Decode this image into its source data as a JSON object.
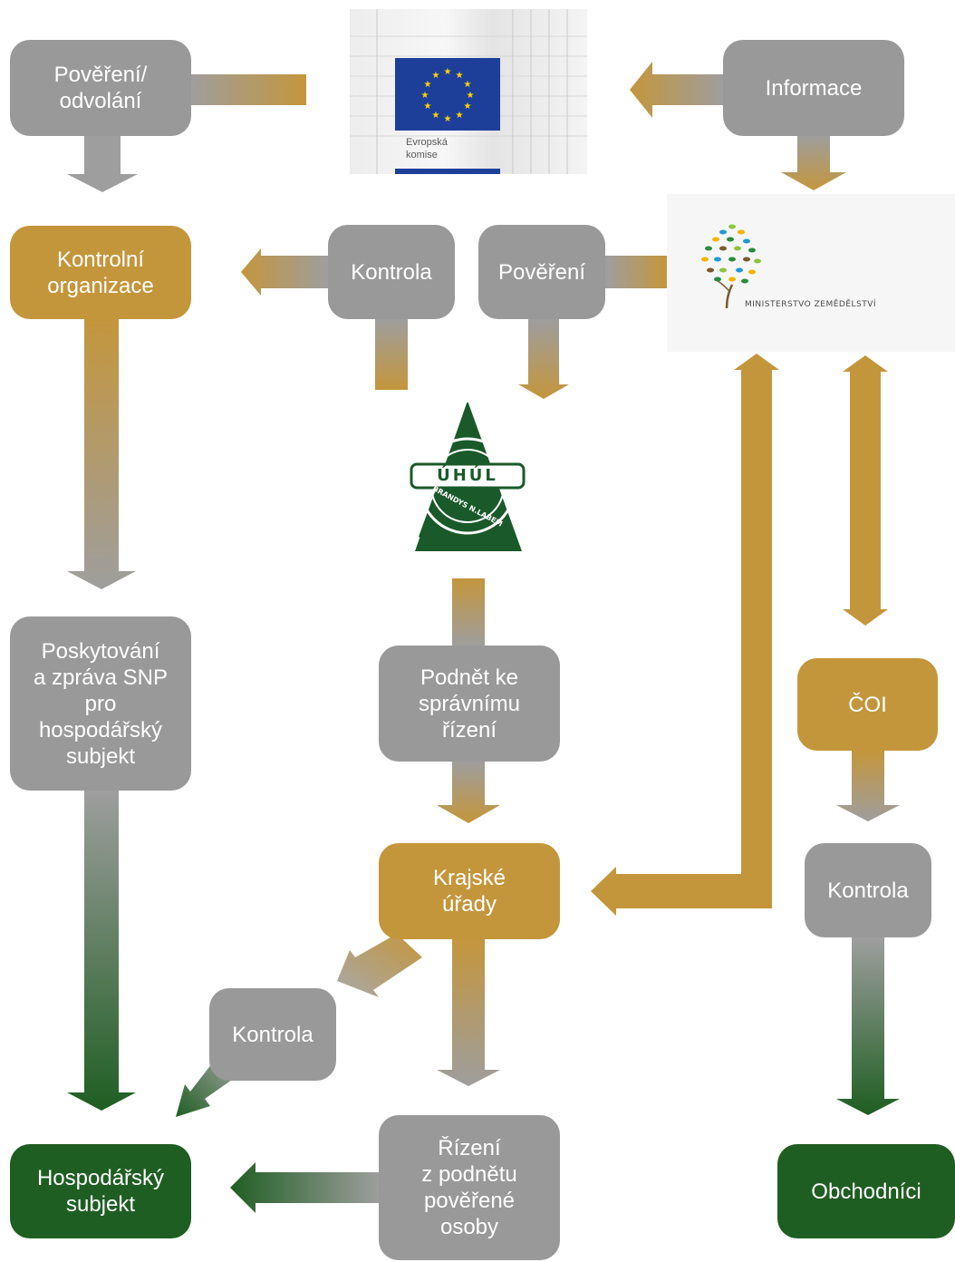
{
  "nodes": {
    "povereni_odvolani": "Pověření/\nodvolání",
    "informace": "Informace",
    "kontrolni_organizace": "Kontrolní\norganizace",
    "kontrola_top": "Kontrola",
    "povereni": "Pověření",
    "poskytovani": "Poskytování\na zpráva SNP\npro\nhospodářský\nsubjekt",
    "podnet": "Podnět ke\nsprávnímu\nřízení",
    "coi": "ČOI",
    "krajske_urady": "Krajské\núřady",
    "kontrola_coi": "Kontrola",
    "kontrola_left": "Kontrola",
    "hospodarsky_subjekt": "Hospodářský\nsubjekt",
    "rizeni": "Řízení\nz podnětu\npověřené\nosoby",
    "obchodnici": "Obchodníci"
  },
  "logos": {
    "evropska_komise": "Evropská\nkomise",
    "ministerstvo": "MINISTERSTVO ZEMĚDĚLSTVÍ",
    "uhul_top": "ÚHÚL",
    "uhul_ring": "BRANDYS N.LABEM"
  },
  "colors": {
    "gray": "#999999",
    "gold": "#c4963c",
    "green": "#1f5e22",
    "eu_blue": "#1d3f9a",
    "eu_star": "#ffd200"
  }
}
